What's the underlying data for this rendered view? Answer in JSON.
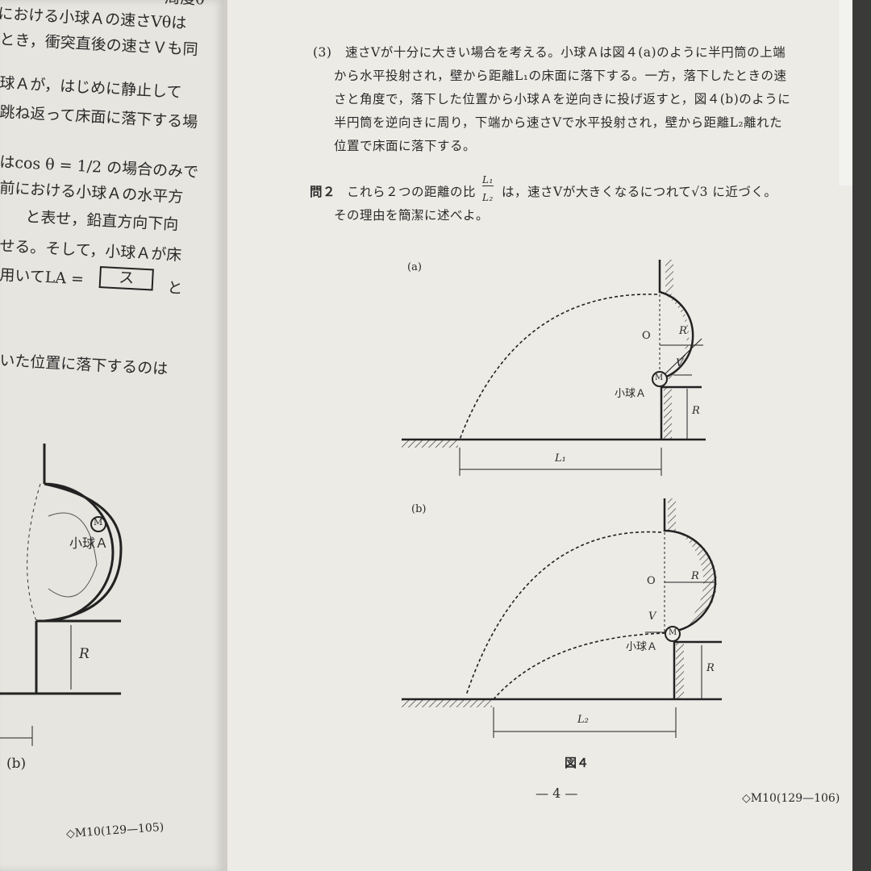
{
  "left_page": {
    "lines": [
      "周度θ",
      "における小球Ａの速さVθは",
      "とき，衝突直後の速さＶも同",
      "球Ａが，はじめに静止して",
      "跳ね返って床面に落下する場",
      "はcos θ = 1/2 の場合のみで",
      "前における小球Ａの水平方",
      "と表せ，鉛直方向下向",
      "せる。そして，小球Ａが床",
      "用いてLA =",
      "と",
      "いた位置に落下するのは"
    ],
    "answer_box": "ス",
    "figure": {
      "label_ball": "M",
      "label_name": "小球Ａ",
      "label_r": "R",
      "caption": "(b)"
    },
    "footer": "◇M10(129—105)"
  },
  "right_page": {
    "paragraph_3": {
      "number": "(3)",
      "lines": [
        "速さVが十分に大きい場合を考える。小球Ａは図４(a)のように半円筒の上端",
        "から水平投射され，壁から距離L₁の床面に落下する。一方，落下したときの速",
        "さと角度で，落下した位置から小球Ａを逆向きに投げ返すと，図４(b)のように",
        "半円筒を逆向きに周り，下端から速さVで水平投射され，壁から距離L₂離れた",
        "位置で床面に落下する。"
      ]
    },
    "question_2": {
      "label": "問２",
      "line1_pre": "これら２つの距離の比",
      "ratio_num": "L₁",
      "ratio_den": "L₂",
      "line1_post": "は，速さVが大きくなるにつれて√3 に近づく。",
      "line2": "その理由を簡潔に述べよ。"
    },
    "figure_a": {
      "label": "(a)",
      "origin": "O",
      "radius": "R",
      "velocity": "V",
      "ball": "M",
      "ball_name": "小球Ａ",
      "height": "R",
      "distance": "L₁"
    },
    "figure_b": {
      "label": "(b)",
      "origin": "O",
      "radius": "R",
      "velocity": "V",
      "ball": "M",
      "ball_name": "小球Ａ",
      "height": "R",
      "distance": "L₂"
    },
    "caption": "図４",
    "page_number": "— 4 —",
    "footer": "◇M10(129—106)"
  }
}
